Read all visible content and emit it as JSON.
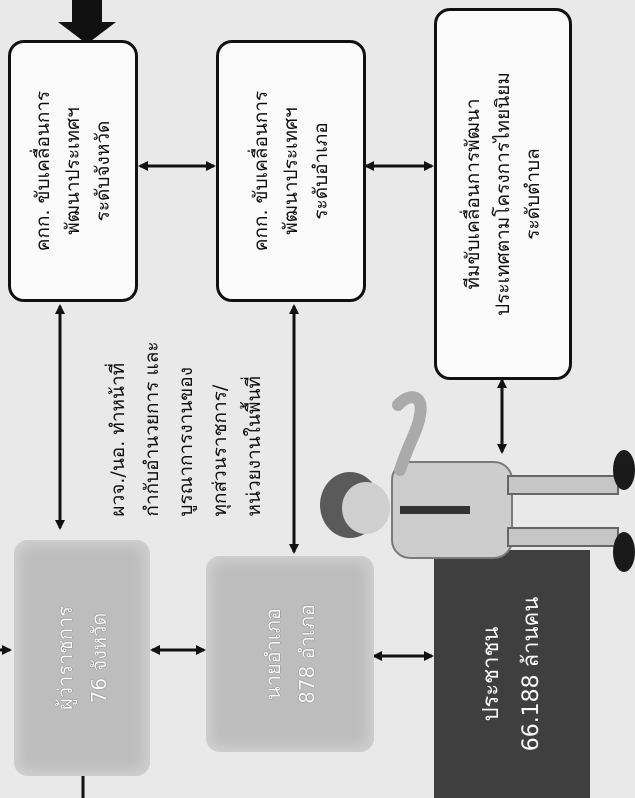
{
  "boxes": {
    "province_committee": [
      "คกก. ขับเคลื่อนการ",
      "พัฒนาประเทศฯ",
      "ระดับจังหวัด"
    ],
    "district_committee": [
      "คกก. ขับเคลื่อนการ",
      "พัฒนาประเทศฯ",
      "ระดับอำเภอ"
    ],
    "subdistrict_team": [
      "ทีมขับเคลื่อนการพัฒนา",
      "ประเทศตามโครงการไทยนิยม",
      "ระดับตำบล"
    ],
    "governors": [
      "ผู้ว่าราชการ",
      "76 จังหวัด"
    ],
    "district_chiefs": [
      "นายอำเภอ",
      "878 อำเภอ"
    ],
    "citizens": [
      "ประชาชน",
      "66.188 ล้านคน"
    ]
  },
  "annotation": [
    "ผวจ./นอ. ทำหน้าที่",
    "กำกับอำนวยการ และ",
    "บูรณาการงานของ",
    "ทุกส่วนราชการ/",
    "หน่วยงานในพื้นที่"
  ],
  "colors": {
    "outline": "#111111",
    "shaded_box": "#bdbdbd",
    "dark_box": "#3f3f3f",
    "background": "#e9e9e9"
  }
}
